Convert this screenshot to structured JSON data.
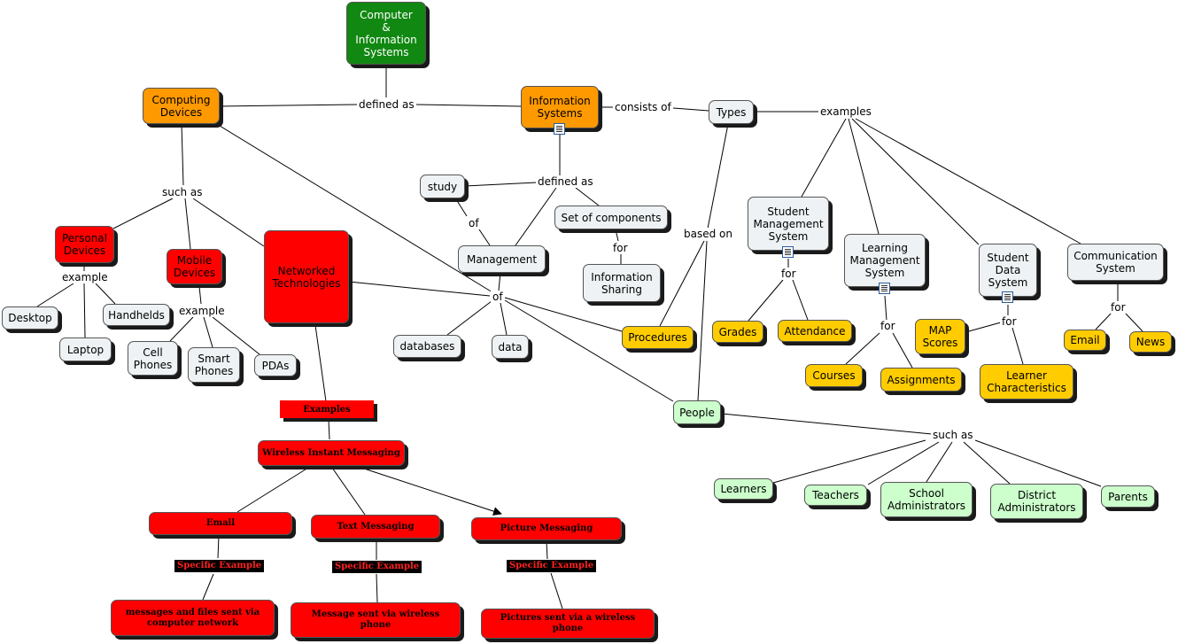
{
  "nodes": {
    "computer_info_systems": "Computer\n&\nInformation\nSystems",
    "computing_devices": "Computing\nDevices",
    "information_systems": "Information\nSystems",
    "types": "Types",
    "study": "study",
    "management": "Management",
    "set_of_components": "Set of components",
    "information_sharing": "Information\nSharing",
    "personal_devices": "Personal\nDevices",
    "mobile_devices": "Mobile\nDevices",
    "networked_technologies": "Networked\nTechnologies",
    "desktop": "Desktop",
    "laptop": "Laptop",
    "handhelds": "Handhelds",
    "cell_phones": "Cell\nPhones",
    "smart_phones": "Smart\nPhones",
    "pdas": "PDAs",
    "databases": "databases",
    "data": "data",
    "procedures": "Procedures",
    "people": "People",
    "student_mgmt_system": "Student\nManagement\nSystem",
    "learning_mgmt_system": "Learning\nManagement\nSystem",
    "student_data_system": "Student\nData\nSystem",
    "communication_system": "Communication\nSystem",
    "grades": "Grades",
    "attendance": "Attendance",
    "courses": "Courses",
    "assignments": "Assignments",
    "map_scores": "MAP\nScores",
    "learner_characteristics": "Learner\nCharacteristics",
    "email_comm": "Email",
    "news": "News",
    "learners": "Learners",
    "teachers": "Teachers",
    "school_admins": "School\nAdministrators",
    "district_admins": "District\nAdministrators",
    "parents": "Parents",
    "examples_banner": "Examples",
    "wireless_im": "Wireless Instant Messaging",
    "email_msg": "Email",
    "text_messaging": "Text Messaging",
    "picture_messaging": "Picture Messaging",
    "email_desc": "messages and files sent via\ncomputer network",
    "text_desc": "Message sent via wireless phone",
    "picture_desc": "Pictures sent via a wireless phone"
  },
  "labels": {
    "defined_as_top": "defined as",
    "consists_of": "consists of",
    "examples": "examples",
    "such_as_devices": "such as",
    "defined_as_is": "defined as",
    "of_mgmt": "of",
    "for_info_sharing": "for",
    "based_on": "based on",
    "example_personal": "example",
    "example_mobile": "example",
    "of_components": "of",
    "for_sms": "for",
    "for_lms": "for",
    "for_sds": "for",
    "for_comm": "for",
    "such_as_people": "such as",
    "specific_example_1": "Specific Example",
    "specific_example_2": "Specific Example",
    "specific_example_3": "Specific Example"
  },
  "colors": {
    "root": "#118811",
    "concept_orange": "#ff9900",
    "concept_gray": "#eef2f4",
    "concept_red": "#ff0000",
    "concept_yellow": "#ffcc00",
    "concept_light_green": "#ccffcc"
  }
}
